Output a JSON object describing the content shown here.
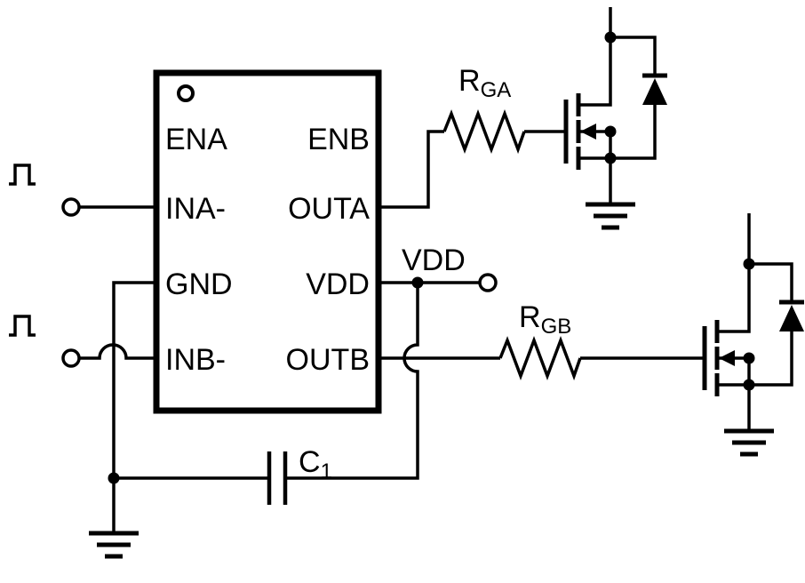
{
  "ic": {
    "pins": {
      "ena": "ENA",
      "enb": "ENB",
      "ina": "INA-",
      "outa": "OUTA",
      "gnd": "GND",
      "vdd": "VDD",
      "inb": "INB-",
      "outb": "OUTB"
    }
  },
  "components": {
    "rga": {
      "name": "R",
      "sub": "GA"
    },
    "rgb": {
      "name": "R",
      "sub": "GB"
    },
    "c1": {
      "name": "C",
      "sub": "1"
    }
  },
  "nets": {
    "vdd": "VDD"
  },
  "colors": {
    "line": "#000000",
    "background": "#ffffff"
  }
}
